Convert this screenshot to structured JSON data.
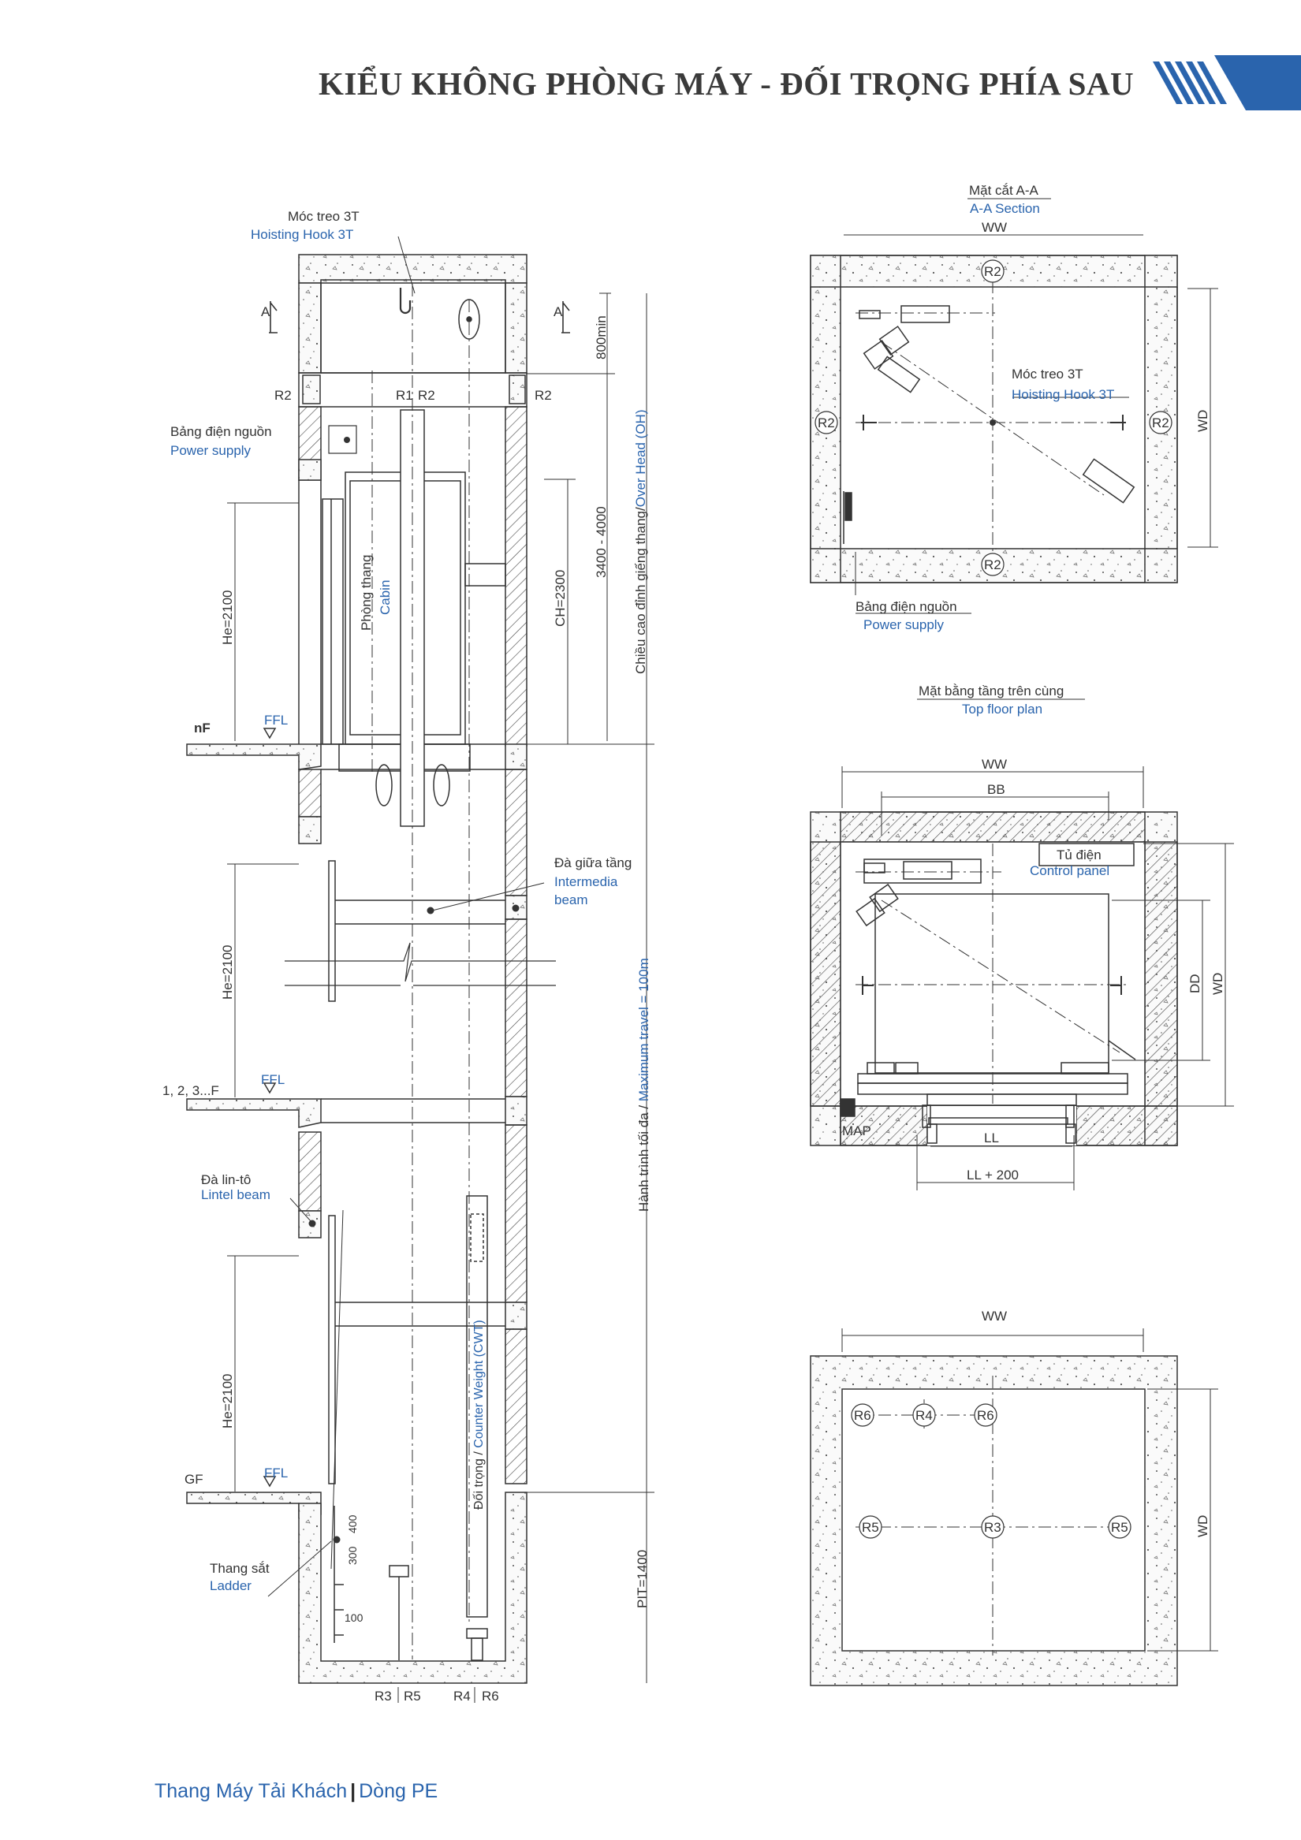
{
  "title": "KIỂU KHÔNG PHÒNG MÁY - ĐỐI TRỌNG PHÍA SAU",
  "footer": {
    "product": "Thang Máy Tải Khách",
    "separator": "|",
    "line": "Dòng PE"
  },
  "colors": {
    "accent": "#2a64ad",
    "line": "#333333"
  },
  "elevation": {
    "hook_vn": "Móc treo 3T",
    "hook_en": "Hoisting Hook 3T",
    "section_mark": "A",
    "r2": "R2",
    "r1": "R1",
    "power_vn": "Bảng điện nguồn",
    "power_en": "Power supply",
    "cabin_vn": "Phòng thang",
    "cabin_en": "Cabin",
    "overhead_min": "800min",
    "overhead_range": "3400 - 4000",
    "ch": "CH=2300",
    "overhead_vn": "Chiều cao đỉnh giếng thang/",
    "overhead_en": "Over Head (OH)",
    "he": "He=2100",
    "ffl": "FFL",
    "nf": "nF",
    "mid_floor": "1, 2, 3...F",
    "gf": "GF",
    "beam_vn": "Đà giữa tầng",
    "beam_en1": "Intermedia",
    "beam_en2": "beam",
    "travel_vn": "Hành trình tối đa / ",
    "travel_en": "Maximum  travel = 100m",
    "lintel_vn": "Đà lin-tô",
    "lintel_en": "Lintel beam",
    "cwt_vn": "Đối trọng / ",
    "cwt_en": "Counter Weight (CWT)",
    "dim_400": "400",
    "dim_300": "300",
    "dim_100": "100",
    "ladder_vn": "Thang sắt",
    "ladder_en": "Ladder",
    "pit": "PIT=1400",
    "bottom_r3": "R3",
    "bottom_r5": "R5",
    "bottom_r4": "R4",
    "bottom_r6": "R6"
  },
  "section_aa": {
    "title_vn": "Mặt cắt A-A",
    "title_en": "A-A Section",
    "ww": "WW",
    "wd": "WD",
    "r2": "R2",
    "hook_vn": "Móc treo 3T",
    "hook_en": "Hoisting Hook 3T",
    "power_vn": "Bảng điện nguồn",
    "power_en": "Power supply"
  },
  "top_floor": {
    "title_vn": "Mặt bằng tầng trên cùng",
    "title_en": "Top floor plan",
    "ww": "WW",
    "bb": "BB",
    "panel_vn": "Tủ điện",
    "panel_en": "Control panel",
    "dd": "DD",
    "wd": "WD",
    "map": "MAP",
    "ll": "LL",
    "ll200": "LL + 200"
  },
  "pit_plan": {
    "ww": "WW",
    "wd": "WD",
    "r6": "R6",
    "r4": "R4",
    "r5": "R5",
    "r3": "R3"
  }
}
